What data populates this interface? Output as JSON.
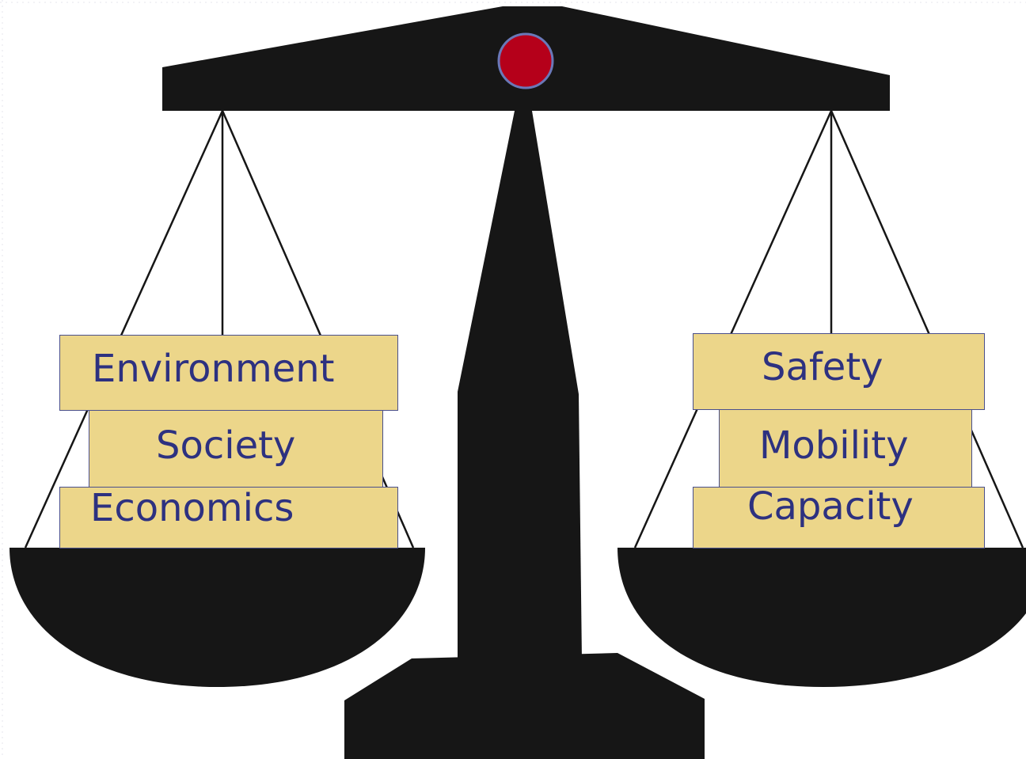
{
  "left_pan": {
    "top_label": "Environment",
    "middle_label": "Society",
    "bottom_label": "Economics"
  },
  "right_pan": {
    "top_label": "Safety",
    "middle_label": "Mobility",
    "bottom_label": "Capacity"
  },
  "colors": {
    "scale": "#161616",
    "pivot": "#b5001a",
    "box_fill": "#ecd68a",
    "box_text": "#2d3180"
  }
}
